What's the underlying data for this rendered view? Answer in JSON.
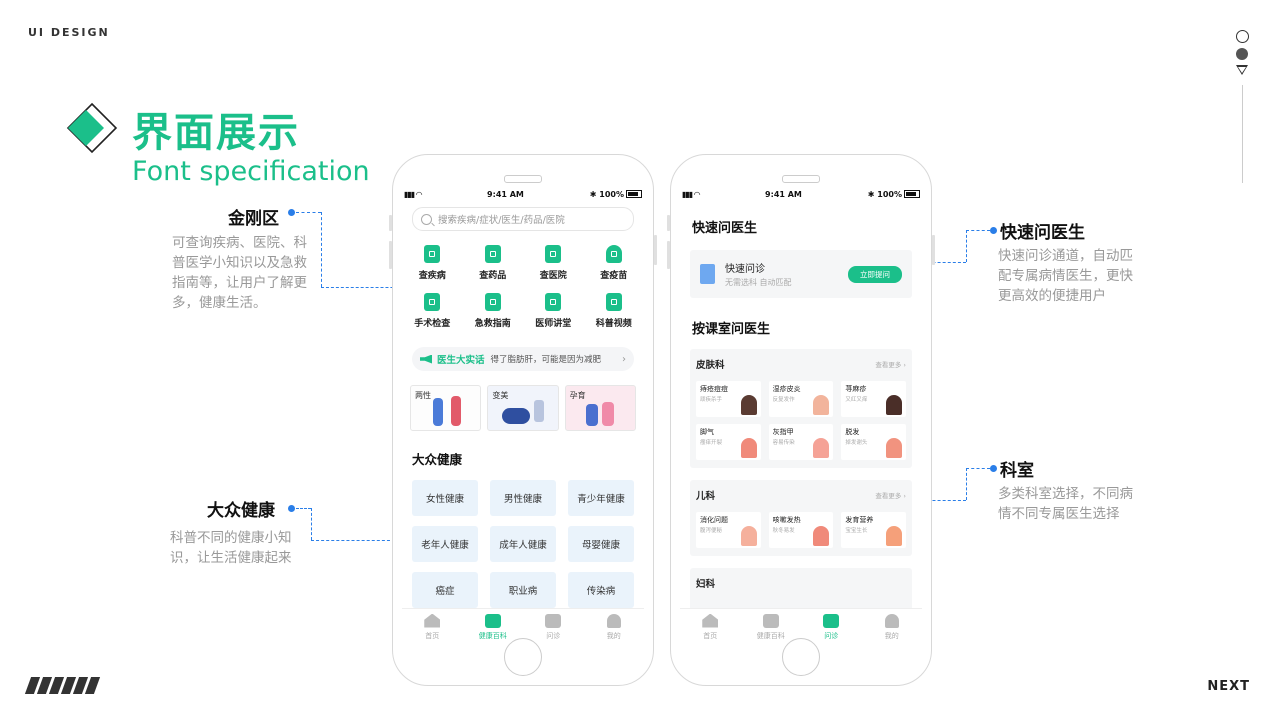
{
  "brand": "UI DESIGN",
  "next": "NEXT",
  "heading": {
    "cn": "界面展示",
    "en": "Font specification"
  },
  "annotations": {
    "jingang": {
      "title": "金刚区",
      "desc": "可查询疾病、医院、科普医学小知识以及急救指南等，让用户了解更多，健康生活。"
    },
    "public": {
      "title": "大众健康",
      "desc": "科普不同的健康小知识，让生活健康起来"
    },
    "quick": {
      "title": "快速问医生",
      "desc": "快速问诊通道，自动匹配专属病情医生，更快更高效的便捷用户"
    },
    "dept": {
      "title": "科室",
      "desc": "多类科室选择，不同病情不同专属医生选择"
    }
  },
  "colors": {
    "accent": "#1bbf8a",
    "annotation": "#2a7ee8"
  },
  "phone1": {
    "status": {
      "time": "9:41 AM",
      "battery": "100%"
    },
    "search_placeholder": "搜索疾病/症状/医生/药品/医院",
    "grid": [
      {
        "label": "查疾病",
        "icon": "book-icon"
      },
      {
        "label": "查药品",
        "icon": "medicine-icon"
      },
      {
        "label": "查医院",
        "icon": "hospital-icon"
      },
      {
        "label": "查疫苗",
        "icon": "vaccine-icon"
      },
      {
        "label": "手术检查",
        "icon": "surgery-icon"
      },
      {
        "label": "急救指南",
        "icon": "firstaid-icon"
      },
      {
        "label": "医师讲堂",
        "icon": "lecture-icon"
      },
      {
        "label": "科普视频",
        "icon": "video-icon"
      }
    ],
    "talk": {
      "label": "医生大实话",
      "text": "得了脂肪肝，可能是因为减肥"
    },
    "banners": [
      "两性",
      "变美",
      "孕育"
    ],
    "section_title": "大众健康",
    "tags": [
      "女性健康",
      "男性健康",
      "青少年健康",
      "老年人健康",
      "成年人健康",
      "母婴健康",
      "癌症",
      "职业病",
      "传染病"
    ],
    "tabs": [
      {
        "label": "首页",
        "icon": "home-icon",
        "active": false
      },
      {
        "label": "健康百科",
        "icon": "encyclopedia-icon",
        "active": true
      },
      {
        "label": "问诊",
        "icon": "consult-icon",
        "active": false
      },
      {
        "label": "我的",
        "icon": "profile-icon",
        "active": false
      }
    ]
  },
  "phone2": {
    "status": {
      "time": "9:41 AM",
      "battery": "100%"
    },
    "quick_title": "快速问医生",
    "quick_card": {
      "title": "快速问诊",
      "subtitle": "无需选科 自动匹配",
      "button": "立即提问"
    },
    "dept_title": "按课室问医生",
    "depts": [
      {
        "name": "皮肤科",
        "more": "查看更多 ›",
        "cards": [
          {
            "title": "痔疮痘痘",
            "sub": "顽疾杀手"
          },
          {
            "title": "湿疹皮炎",
            "sub": "反复发作"
          },
          {
            "title": "荨麻疹",
            "sub": "又红又痒"
          },
          {
            "title": "脚气",
            "sub": "瘙痒开裂"
          },
          {
            "title": "灰指甲",
            "sub": "容易传染"
          },
          {
            "title": "脱发",
            "sub": "掉发谢头"
          }
        ]
      },
      {
        "name": "儿科",
        "more": "查看更多 ›",
        "cards": [
          {
            "title": "消化问题",
            "sub": "腹泻便秘"
          },
          {
            "title": "咳嗽发热",
            "sub": "秋冬易发"
          },
          {
            "title": "发育营养",
            "sub": "宝宝生长"
          }
        ]
      },
      {
        "name": "妇科",
        "more": "",
        "cards": []
      }
    ],
    "tabs": [
      {
        "label": "首页",
        "icon": "home-icon",
        "active": false
      },
      {
        "label": "健康百科",
        "icon": "encyclopedia-icon",
        "active": false
      },
      {
        "label": "问诊",
        "icon": "consult-icon",
        "active": true
      },
      {
        "label": "我的",
        "icon": "profile-icon",
        "active": false
      }
    ]
  }
}
